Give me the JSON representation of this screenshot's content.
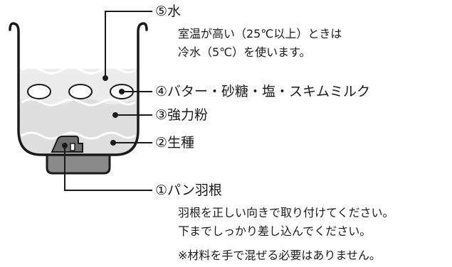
{
  "diagram": {
    "water": {
      "label": "⑤水",
      "notes": [
        "室温が高い（25℃以上）ときは",
        "冷水（5℃）を使います。"
      ]
    },
    "butter_sugar_salt_milk": {
      "label": "④バター・砂糖・塩・スキムミルク"
    },
    "flour": {
      "label": "③強力粉"
    },
    "yeast": {
      "label": "②生種"
    },
    "paddle": {
      "label": "①パン羽根",
      "notes": [
        "羽根を正しい向きで取り付けてください。",
        "下までしっかり差し込んでください。"
      ]
    },
    "footnote": "※材料を手で混ぜる必要はありません。"
  },
  "colors": {
    "line": "#1a1a1a",
    "water_fill": "#ececec",
    "flour_fill": "#dedede",
    "base_fill": "#8a8a8a",
    "paddle_fill": "#6e6e6e",
    "pan_fill": "#ffffff"
  }
}
